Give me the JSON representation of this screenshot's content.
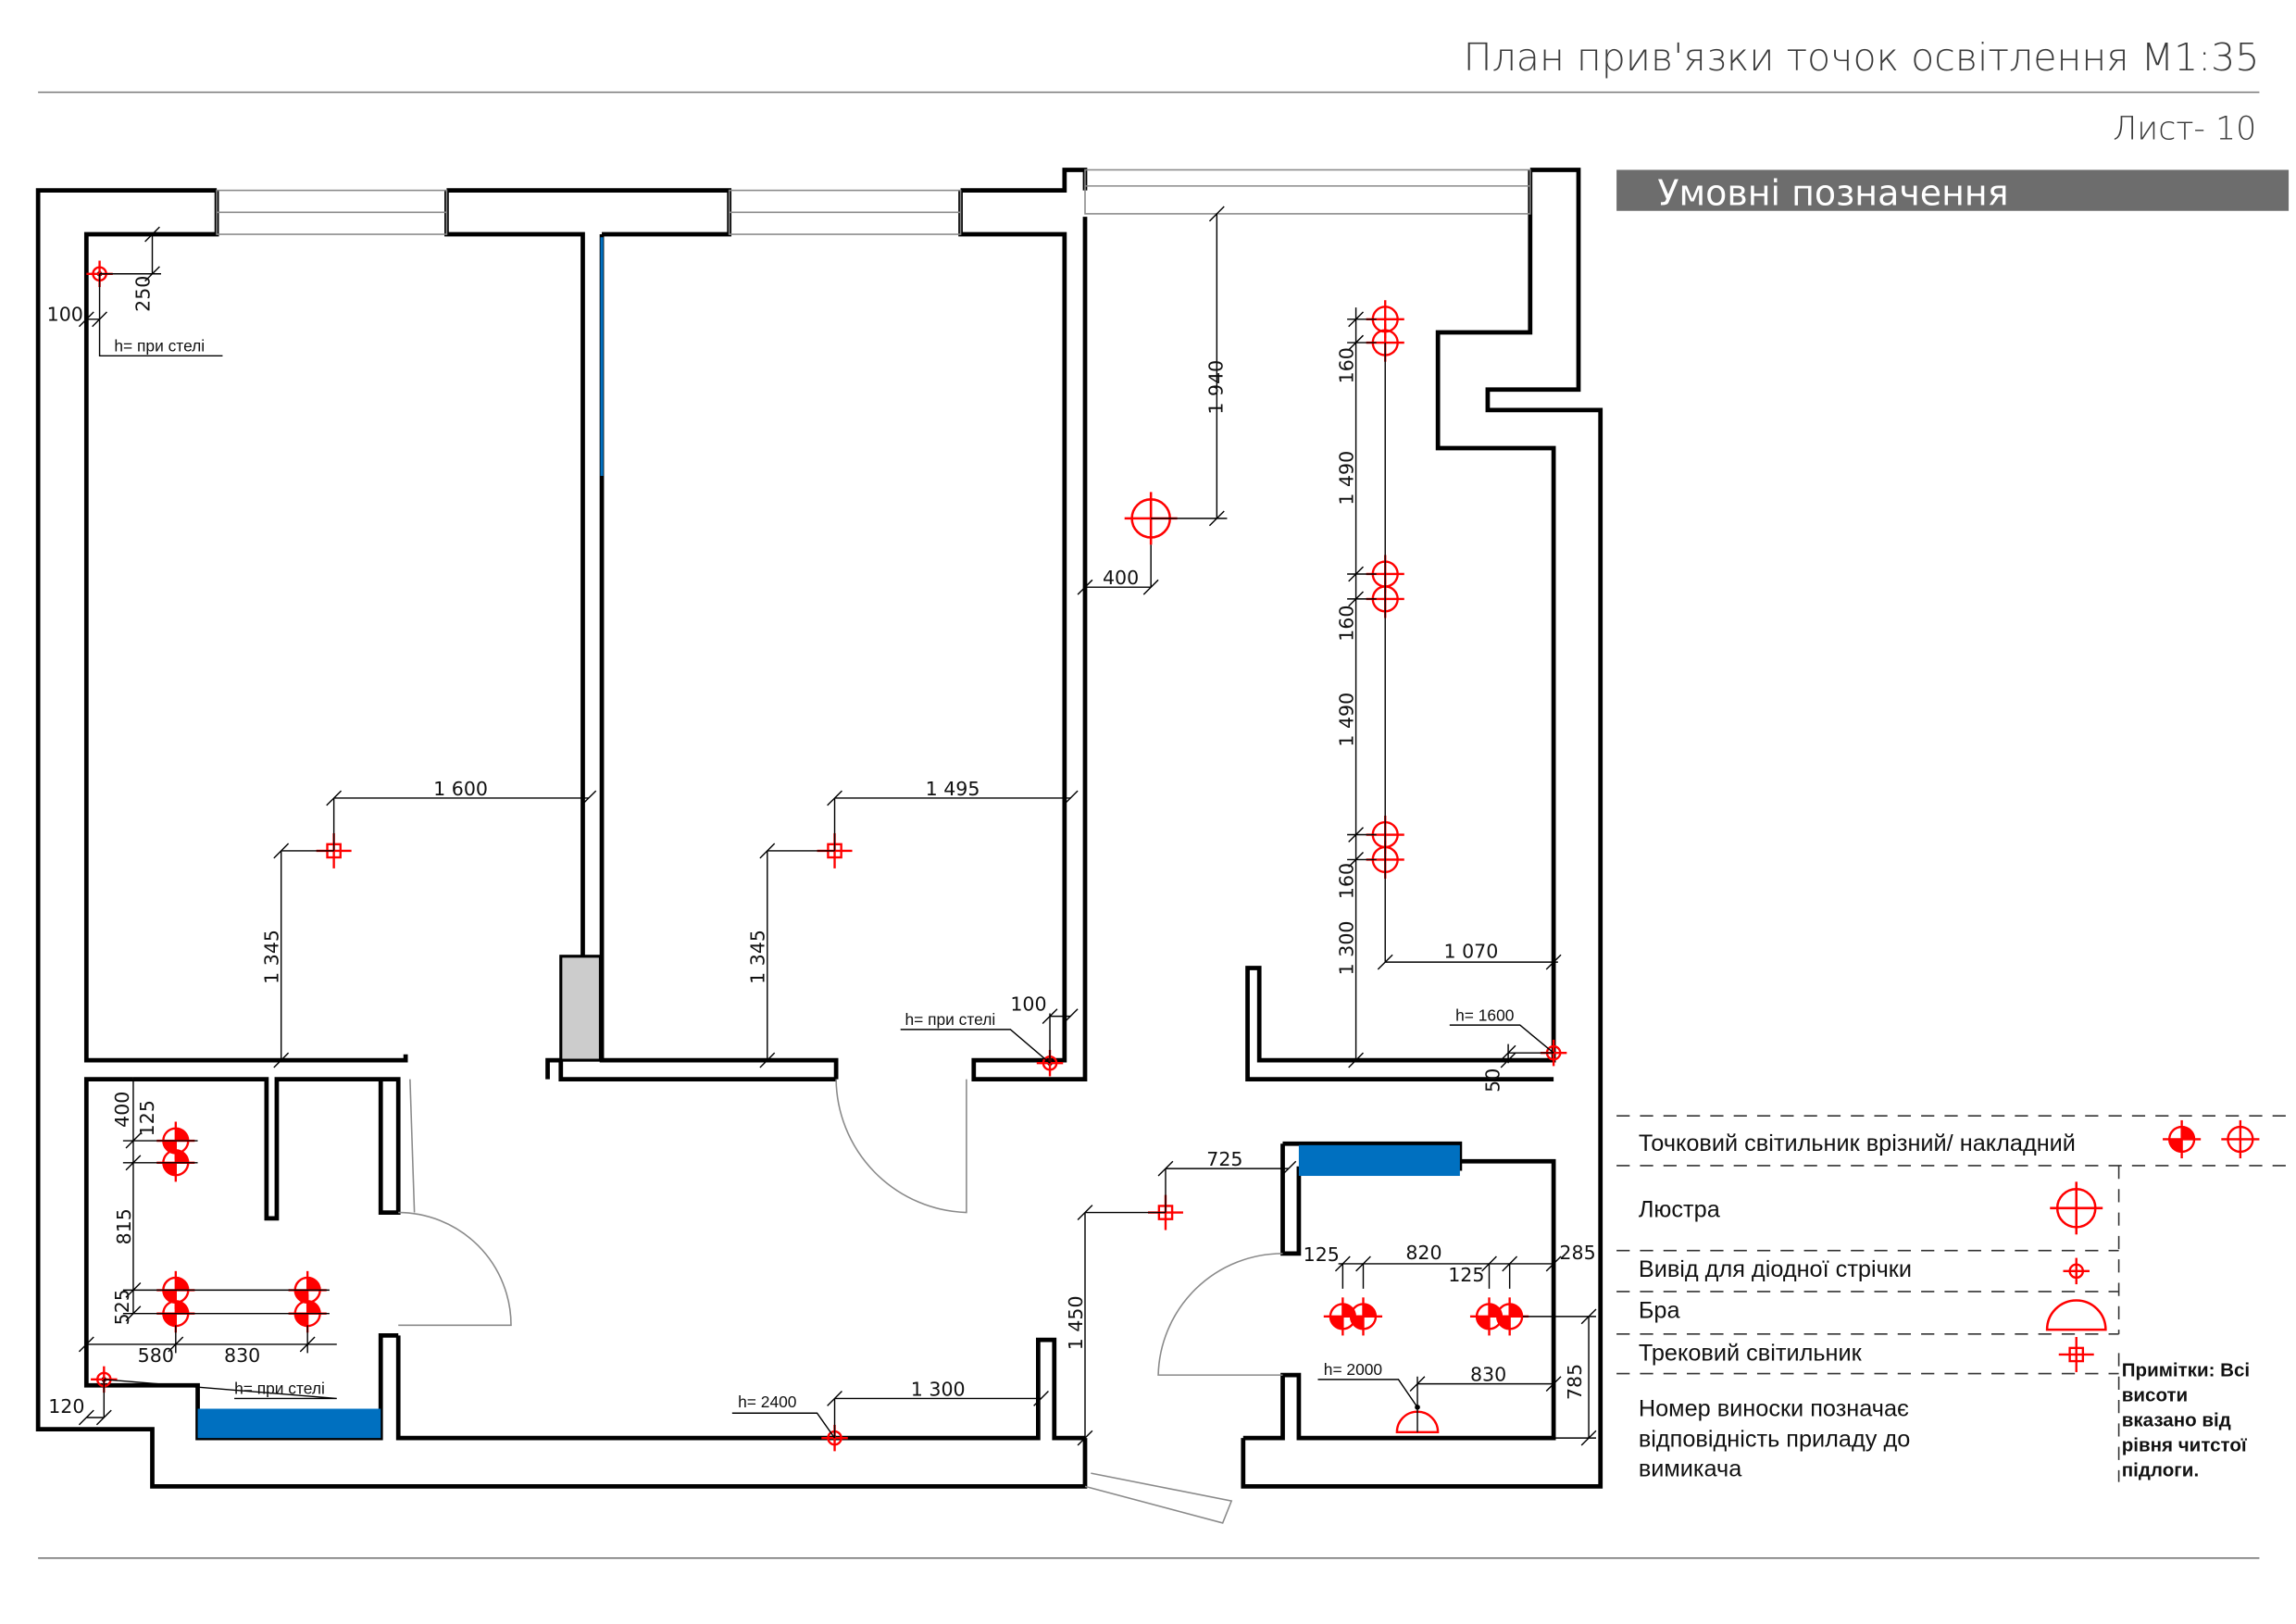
{
  "header": {
    "title": "План прив'язки точок освітлення М1:35",
    "sheet": "Лист- 10"
  },
  "legend": {
    "heading": "Умовні позначення",
    "items": [
      {
        "label": "Точковий світильник врізний/ накладний",
        "icon": "spot-light-icon"
      },
      {
        "label": "Люстра",
        "icon": "chandelier-icon"
      },
      {
        "label": "Вивід для діодної стрічки",
        "icon": "led-strip-outlet-icon"
      },
      {
        "label": "Бра",
        "icon": "wall-sconce-icon"
      },
      {
        "label": "Трековий світильник",
        "icon": "track-light-icon"
      }
    ],
    "footnote_lines": [
      "Номер виноски позначає",
      "відповідність приладу до",
      "вимикача"
    ],
    "notes_lines": [
      "Примітки: Всі",
      "висоти",
      "вказано від",
      "рівня читстої",
      "підлоги."
    ]
  },
  "colors": {
    "symbol": "#ff0000",
    "wall": "#000000",
    "furniture_blue": "#0070c0",
    "legend_bar": "#6d6d6d",
    "column_grey": "#cccccc"
  },
  "plan": {
    "heights": {
      "bedroom1_corner": "h= при стелі",
      "bedroom2_corner": "h= при стелі",
      "bath_corner": "h= при стелі",
      "kitchen_wall": "h= 1600",
      "hall_wall": "h= 2400",
      "bathroom_sconce": "h= 2000"
    },
    "dimensions": {
      "b1_top_offset": "250",
      "b1_left_offset": "100",
      "b1_track_x": "1 600",
      "b1_track_y": "1 345",
      "b2_track_x": "1 495",
      "b2_track_y": "1 345",
      "b2_corner_offset": "100",
      "kitchen_chandelier_y": "1 940",
      "kitchen_chandelier_x": "400",
      "kitchen_spot_gap1": "160",
      "kitchen_span1": "1 490",
      "kitchen_spot_gap2": "160",
      "kitchen_span2": "1 490",
      "kitchen_spot_gap3": "160",
      "kitchen_bottom": "1 300",
      "kitchen_wall_x": "1 070",
      "kitchen_wall_offset": "50",
      "bath_top": "400",
      "bath_gap1": "125",
      "bath_span": "815",
      "bath_gap2": "525",
      "bath_x1": "580",
      "bath_x2": "830",
      "bath_corner_x": "120",
      "hall_track_x": "725",
      "hall_track_y": "1 450",
      "hall_wall_x": "1 300",
      "wc_gap_left": "125",
      "wc_span": "820",
      "wc_gap_right": "125",
      "wc_right": "285",
      "wc_sconce_x": "830",
      "wc_spot_y": "785"
    }
  }
}
